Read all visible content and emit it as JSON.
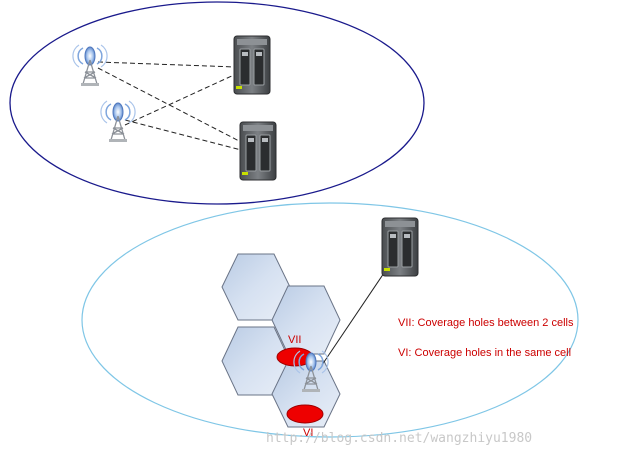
{
  "labels": {
    "hole_between_cells": "VII",
    "hole_same_cell": "VI"
  },
  "legend": {
    "line1": "VII: Coverage holes between 2 cells",
    "line2": "VI: Coverage holes in the same cell"
  },
  "watermark": "http://blog.csdn.net/wangzhiyu1980",
  "icons": {
    "tower": "radio-tower-icon",
    "server": "server-icon"
  },
  "colors": {
    "top_ellipse": "#1a1a8c",
    "bottom_ellipse": "#7fc6e6",
    "hexagon_fill": "#c9d7ea",
    "hexagon_stroke": "#6a7487",
    "hole_fill": "#ee0000",
    "legend_text": "#cc0000",
    "label_text": "#cc0000",
    "watermark": "#c8c8c8"
  }
}
